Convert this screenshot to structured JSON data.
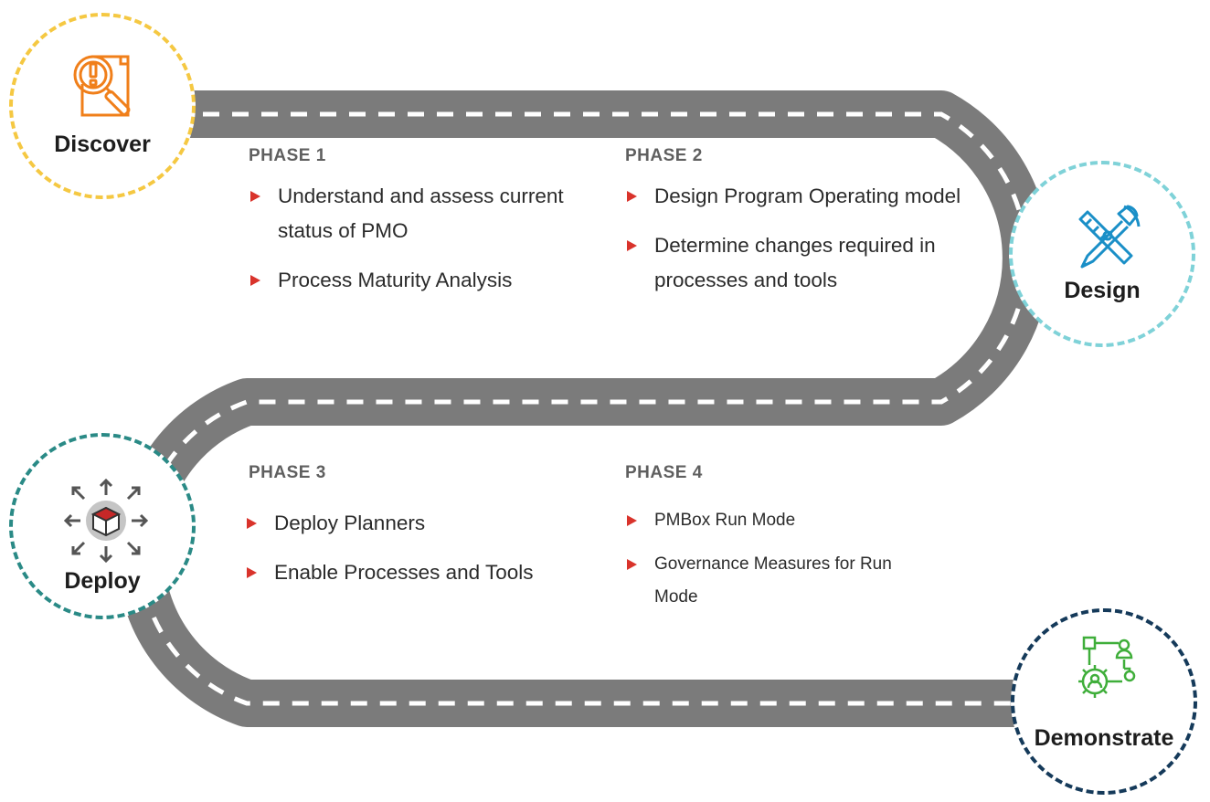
{
  "stages": [
    {
      "label": "Discover",
      "color": "#f5c842",
      "icon": "magnifier-document-icon",
      "icon_color": "#f07f1a"
    },
    {
      "label": "Design",
      "color": "#7fd2d8",
      "icon": "design-tools-icon",
      "icon_color": "#1a8fc7"
    },
    {
      "label": "Deploy",
      "color": "#2a8a86",
      "icon": "deploy-cube-icon",
      "icon_color": "#555555"
    },
    {
      "label": "Demonstrate",
      "color": "#153a5a",
      "icon": "gear-person-network-icon",
      "icon_color": "#3fae3a"
    }
  ],
  "phases": [
    {
      "title": "PHASE 1",
      "items": [
        "Understand and assess current status of PMO",
        "Process Maturity Analysis"
      ]
    },
    {
      "title": "PHASE 2",
      "items": [
        "Design Program Operating model",
        "Determine changes required in processes and tools"
      ]
    },
    {
      "title": "PHASE 3",
      "items": [
        "Deploy Planners",
        "Enable Processes and Tools"
      ]
    },
    {
      "title": "PHASE 4",
      "items": [
        "PMBox Run Mode",
        "Governance Measures for Run Mode"
      ]
    }
  ],
  "colors": {
    "road": "#7b7b7b",
    "road_dash": "#ffffff",
    "bullet": "#d9332b"
  }
}
